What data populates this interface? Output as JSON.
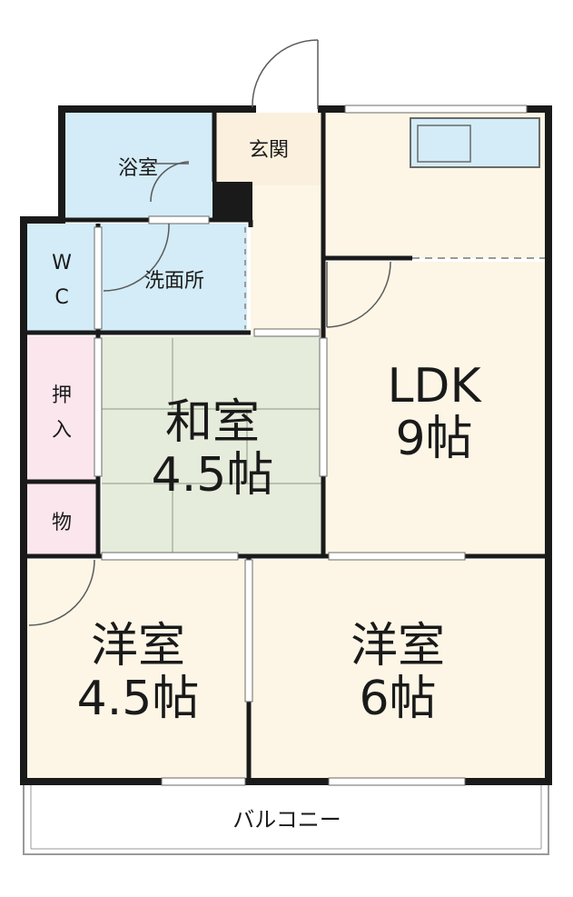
{
  "rooms": {
    "bath": "浴室",
    "entrance": "玄関",
    "wc_top": "W",
    "wc_bottom": "C",
    "washroom": "洗面所",
    "closet_top": "押",
    "closet_bottom": "入",
    "storage": "物",
    "washitsu_name": "和室",
    "washitsu_size": "4.5帖",
    "ldk_name": "LDK",
    "ldk_size": "9帖",
    "yoshitsu_small_name": "洋室",
    "yoshitsu_small_size": "4.5帖",
    "yoshitsu_large_name": "洋室",
    "yoshitsu_large_size": "6帖",
    "balcony": "バルコニー"
  },
  "colors": {
    "wall": "#1a1a1a",
    "wet_area": "#d3ecf7",
    "living_floor": "#fdf6e6",
    "tatami": "#e6ecdc",
    "closet": "#fbe6ee",
    "entrance_floor": "#fbf0de"
  }
}
